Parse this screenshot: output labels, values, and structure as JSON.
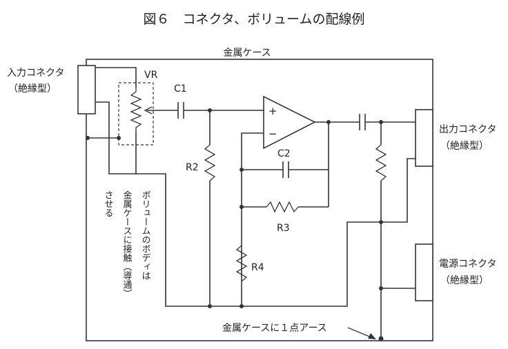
{
  "title": "図６　コネクタ、ボリュームの配線例",
  "case_label": "金属ケース",
  "input_connector": {
    "name": "入力コネクタ",
    "type": "（絶縁型）"
  },
  "output_connector": {
    "name": "出力コネクタ",
    "type": "（絶縁型）"
  },
  "power_connector": {
    "name": "電源コネクタ",
    "type": "（絶縁型）"
  },
  "components": {
    "vr": "VR",
    "c1": "C1",
    "c2": "C2",
    "r2": "R2",
    "r3": "R3",
    "r4": "R4",
    "plus": "+",
    "minus": "−"
  },
  "note_vertical": [
    "ボリュームのボディは",
    "金属ケースに接触（導通）",
    "させる"
  ],
  "ground_note": "金属ケースに１点アース"
}
